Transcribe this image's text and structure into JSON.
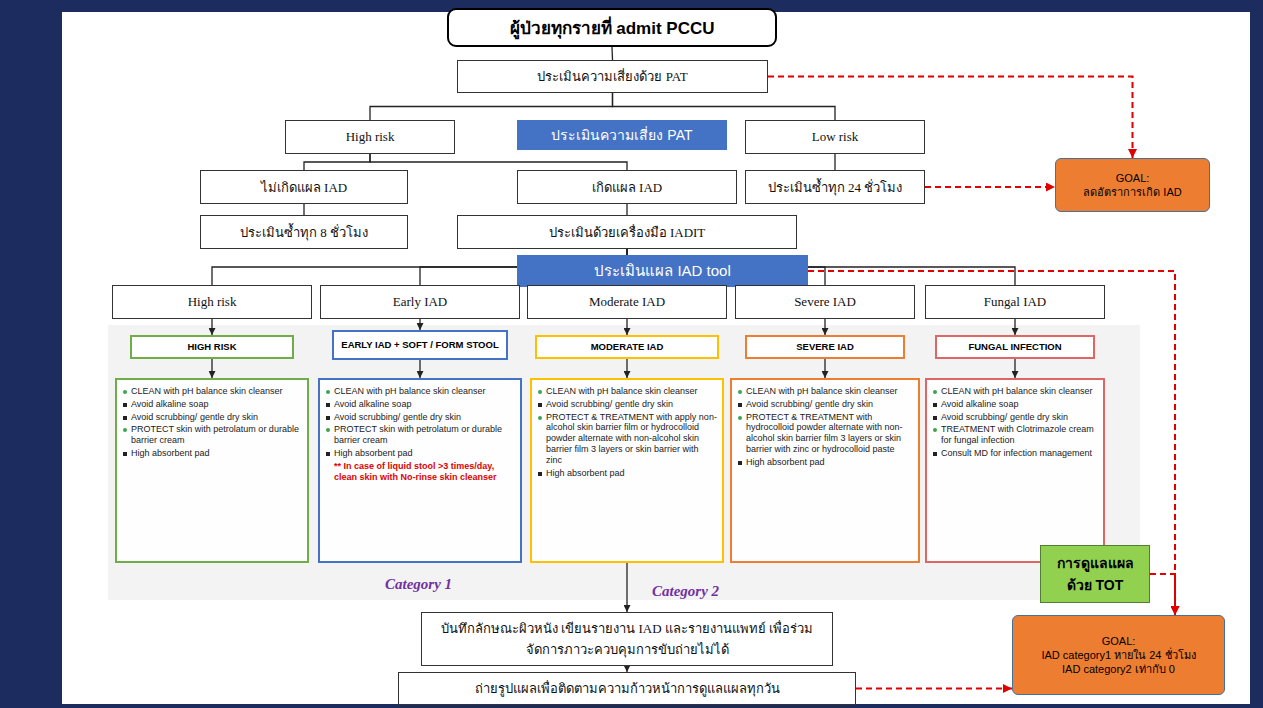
{
  "diagram": {
    "nodes": [
      {
        "text": [
          "ผู้ป่วยทุกรายที่ admit PCCU"
        ]
      },
      {
        "text": [
          "ประเมินความเสี่ยงด้วย PAT"
        ]
      },
      {
        "text": [
          "High risk"
        ]
      },
      {
        "text": [
          "ประเมินความเสี่ยง PAT"
        ]
      },
      {
        "text": [
          "Low risk"
        ]
      },
      {
        "text": [
          "ไม่เกิดแผล IAD"
        ]
      },
      {
        "text": [
          "เกิดแผล IAD"
        ]
      },
      {
        "text": [
          "ประเมินซ้ำทุก 24 ชั่วโมง"
        ]
      },
      {
        "text": [
          "ประเมินซ้ำทุก 8 ชั่วโมง"
        ]
      },
      {
        "text": [
          "ประเมินด้วยเครื่องมือ IADIT"
        ]
      },
      {
        "text": [
          "GOAL:",
          "ลดอัตราการเกิด IAD"
        ]
      },
      {
        "text": [
          "ประเมินแผล IAD tool"
        ]
      },
      {
        "text": [
          "High risk"
        ]
      },
      {
        "text": [
          "Early IAD"
        ]
      },
      {
        "text": [
          "Moderate IAD"
        ]
      },
      {
        "text": [
          "Severe IAD"
        ]
      },
      {
        "text": [
          "Fungal IAD"
        ]
      },
      {
        "text": [
          "HIGH RISK"
        ]
      },
      {
        "text": [
          "EARLY IAD + SOFT / FORM STOOL"
        ]
      },
      {
        "text": [
          "MODERATE IAD"
        ]
      },
      {
        "text": [
          "SEVERE IAD"
        ]
      },
      {
        "text": [
          "FUNGAL INFECTION"
        ]
      },
      {
        "text": [
          "CLEAN with pH balance skin cleanser",
          "Avoid alkaline soap",
          "Avoid scrubbing/ gentle dry skin",
          "PROTECT skin with petrolatum or durable barrier cream",
          "High absorbent pad"
        ]
      },
      {
        "text": [
          "CLEAN with pH balance skin cleanser",
          "Avoid alkaline soap",
          "Avoid scrubbing/ gentle dry skin",
          "PROTECT skin with petrolatum or durable barrier cream",
          "High absorbent pad",
          "** In case of liquid stool >3 times/day, clean skin with No-rinse skin cleanser"
        ]
      },
      {
        "text": [
          "CLEAN with pH balance skin cleanser",
          "Avoid scrubbing/ gentle dry skin",
          "PROTECT & TREATMENT with apply non-alcohol skin barrier film or hydrocolloid powder alternate with non-alcohol skin barrier film 3 layers or skin barrier with zinc",
          "High absorbent pad"
        ]
      },
      {
        "text": [
          "CLEAN with pH balance skin cleanser",
          "Avoid scrubbing/ gentle dry skin",
          "PROTECT & TREATMENT with hydrocolloid powder alternate with non-alcohol skin barrier film 3 layers or skin barrier with zinc or hydrocolloid paste",
          "High absorbent pad"
        ]
      },
      {
        "text": [
          "CLEAN with pH balance skin cleanser",
          "Avoid alkaline soap",
          "Avoid scrubbing/ gentle dry skin",
          "TREATMENT with Clotrimazole cream for fungal infection",
          "Consult MD for infection management"
        ]
      },
      {
        "text": [
          "บันทึกลักษณะผิวหนัง เขียนรายงาน IAD และรายงานแพทย์ เพื่อร่วมจัดการภาวะควบคุมการขับถ่ายไม่ได้"
        ]
      },
      {
        "text": [
          "ถ่ายรูปแผลเพื่อติดตามความก้าวหน้าการดูแลแผลทุกวัน"
        ]
      },
      {
        "text": [
          "การดูแลแผลด้วย TOT"
        ]
      },
      {
        "text": [
          "GOAL:",
          "IAD category1 หายใน 24 ชั่วโมง",
          "IAD category2 เท่ากับ 0"
        ]
      }
    ],
    "edges": [
      {
        "from": 0,
        "to": 1,
        "arrow": "none"
      },
      {
        "from": 1,
        "to": 2,
        "arrow": "none"
      },
      {
        "from": 1,
        "to": 4,
        "arrow": "none"
      },
      {
        "from": 2,
        "to": 5,
        "arrow": "none"
      },
      {
        "from": 2,
        "to": 6,
        "arrow": "none"
      },
      {
        "from": 4,
        "to": 7,
        "arrow": "none"
      },
      {
        "from": 5,
        "to": 8,
        "arrow": "none"
      },
      {
        "from": 6,
        "to": 9,
        "arrow": "none"
      },
      {
        "from": 9,
        "to": 12,
        "arrow": "none"
      },
      {
        "from": 9,
        "to": 13,
        "arrow": "none"
      },
      {
        "from": 9,
        "to": 14,
        "arrow": "none"
      },
      {
        "from": 9,
        "to": 15,
        "arrow": "none"
      },
      {
        "from": 9,
        "to": 16,
        "arrow": "none"
      },
      {
        "from": 12,
        "to": 17,
        "arrow": "to"
      },
      {
        "from": 13,
        "to": 18,
        "arrow": "to"
      },
      {
        "from": 14,
        "to": 19,
        "arrow": "to"
      },
      {
        "from": 15,
        "to": 20,
        "arrow": "to"
      },
      {
        "from": 16,
        "to": 21,
        "arrow": "to"
      },
      {
        "from": 17,
        "to": 22,
        "arrow": "to"
      },
      {
        "from": 18,
        "to": 23,
        "arrow": "to"
      },
      {
        "from": 19,
        "to": 24,
        "arrow": "to"
      },
      {
        "from": 20,
        "to": 25,
        "arrow": "to"
      },
      {
        "from": 21,
        "to": 26,
        "arrow": "to"
      },
      {
        "from": 24,
        "to": 27,
        "arrow": "to"
      },
      {
        "from": 27,
        "to": 28,
        "arrow": "to"
      },
      {
        "from": 1,
        "to": 10,
        "arrow": "to"
      },
      {
        "from": 7,
        "to": 10,
        "arrow": "to"
      },
      {
        "from": 11,
        "to": 30,
        "arrow": "to"
      },
      {
        "from": 29,
        "to": 30,
        "arrow": "to"
      },
      {
        "from": 28,
        "to": 30,
        "arrow": "to"
      }
    ],
    "labels": [
      "Category 1",
      "Category 2"
    ]
  }
}
